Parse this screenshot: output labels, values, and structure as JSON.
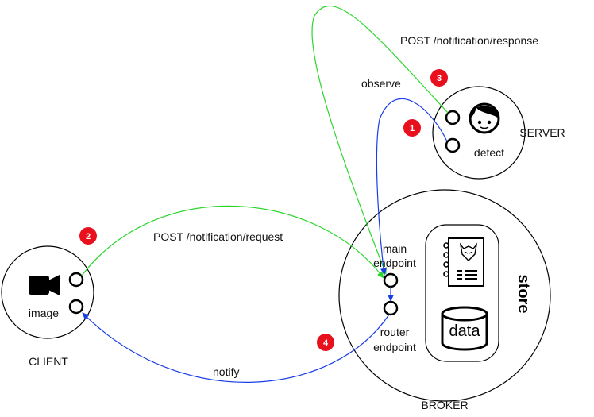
{
  "nodes": {
    "client": {
      "name": "CLIENT",
      "port_label": "image",
      "icon": "video-camera-icon"
    },
    "server": {
      "name": "SERVER",
      "port_label": "detect",
      "icon": "face-icon"
    },
    "broker": {
      "name": "BROKER",
      "main_endpoint_line1": "main",
      "main_endpoint_line2": "endpoint",
      "router_endpoint_line1": "router",
      "router_endpoint_line2": "endpoint",
      "store": {
        "label": "store",
        "data_label": "data",
        "book_icon": "notebook-icon",
        "db_icon": "database-icon"
      }
    }
  },
  "edges": {
    "observe": {
      "label": "observe",
      "step": "1",
      "color": "#1a3ee6"
    },
    "request": {
      "label": "POST /notification/request",
      "step": "2",
      "color": "#2bd62b"
    },
    "response": {
      "label": "POST /notification/response",
      "step": "3",
      "color": "#2bd62b"
    },
    "notify": {
      "label": "notify",
      "step": "4",
      "color": "#1a3ee6"
    }
  },
  "colors": {
    "badge": "#e8101c",
    "outline": "#000000"
  }
}
